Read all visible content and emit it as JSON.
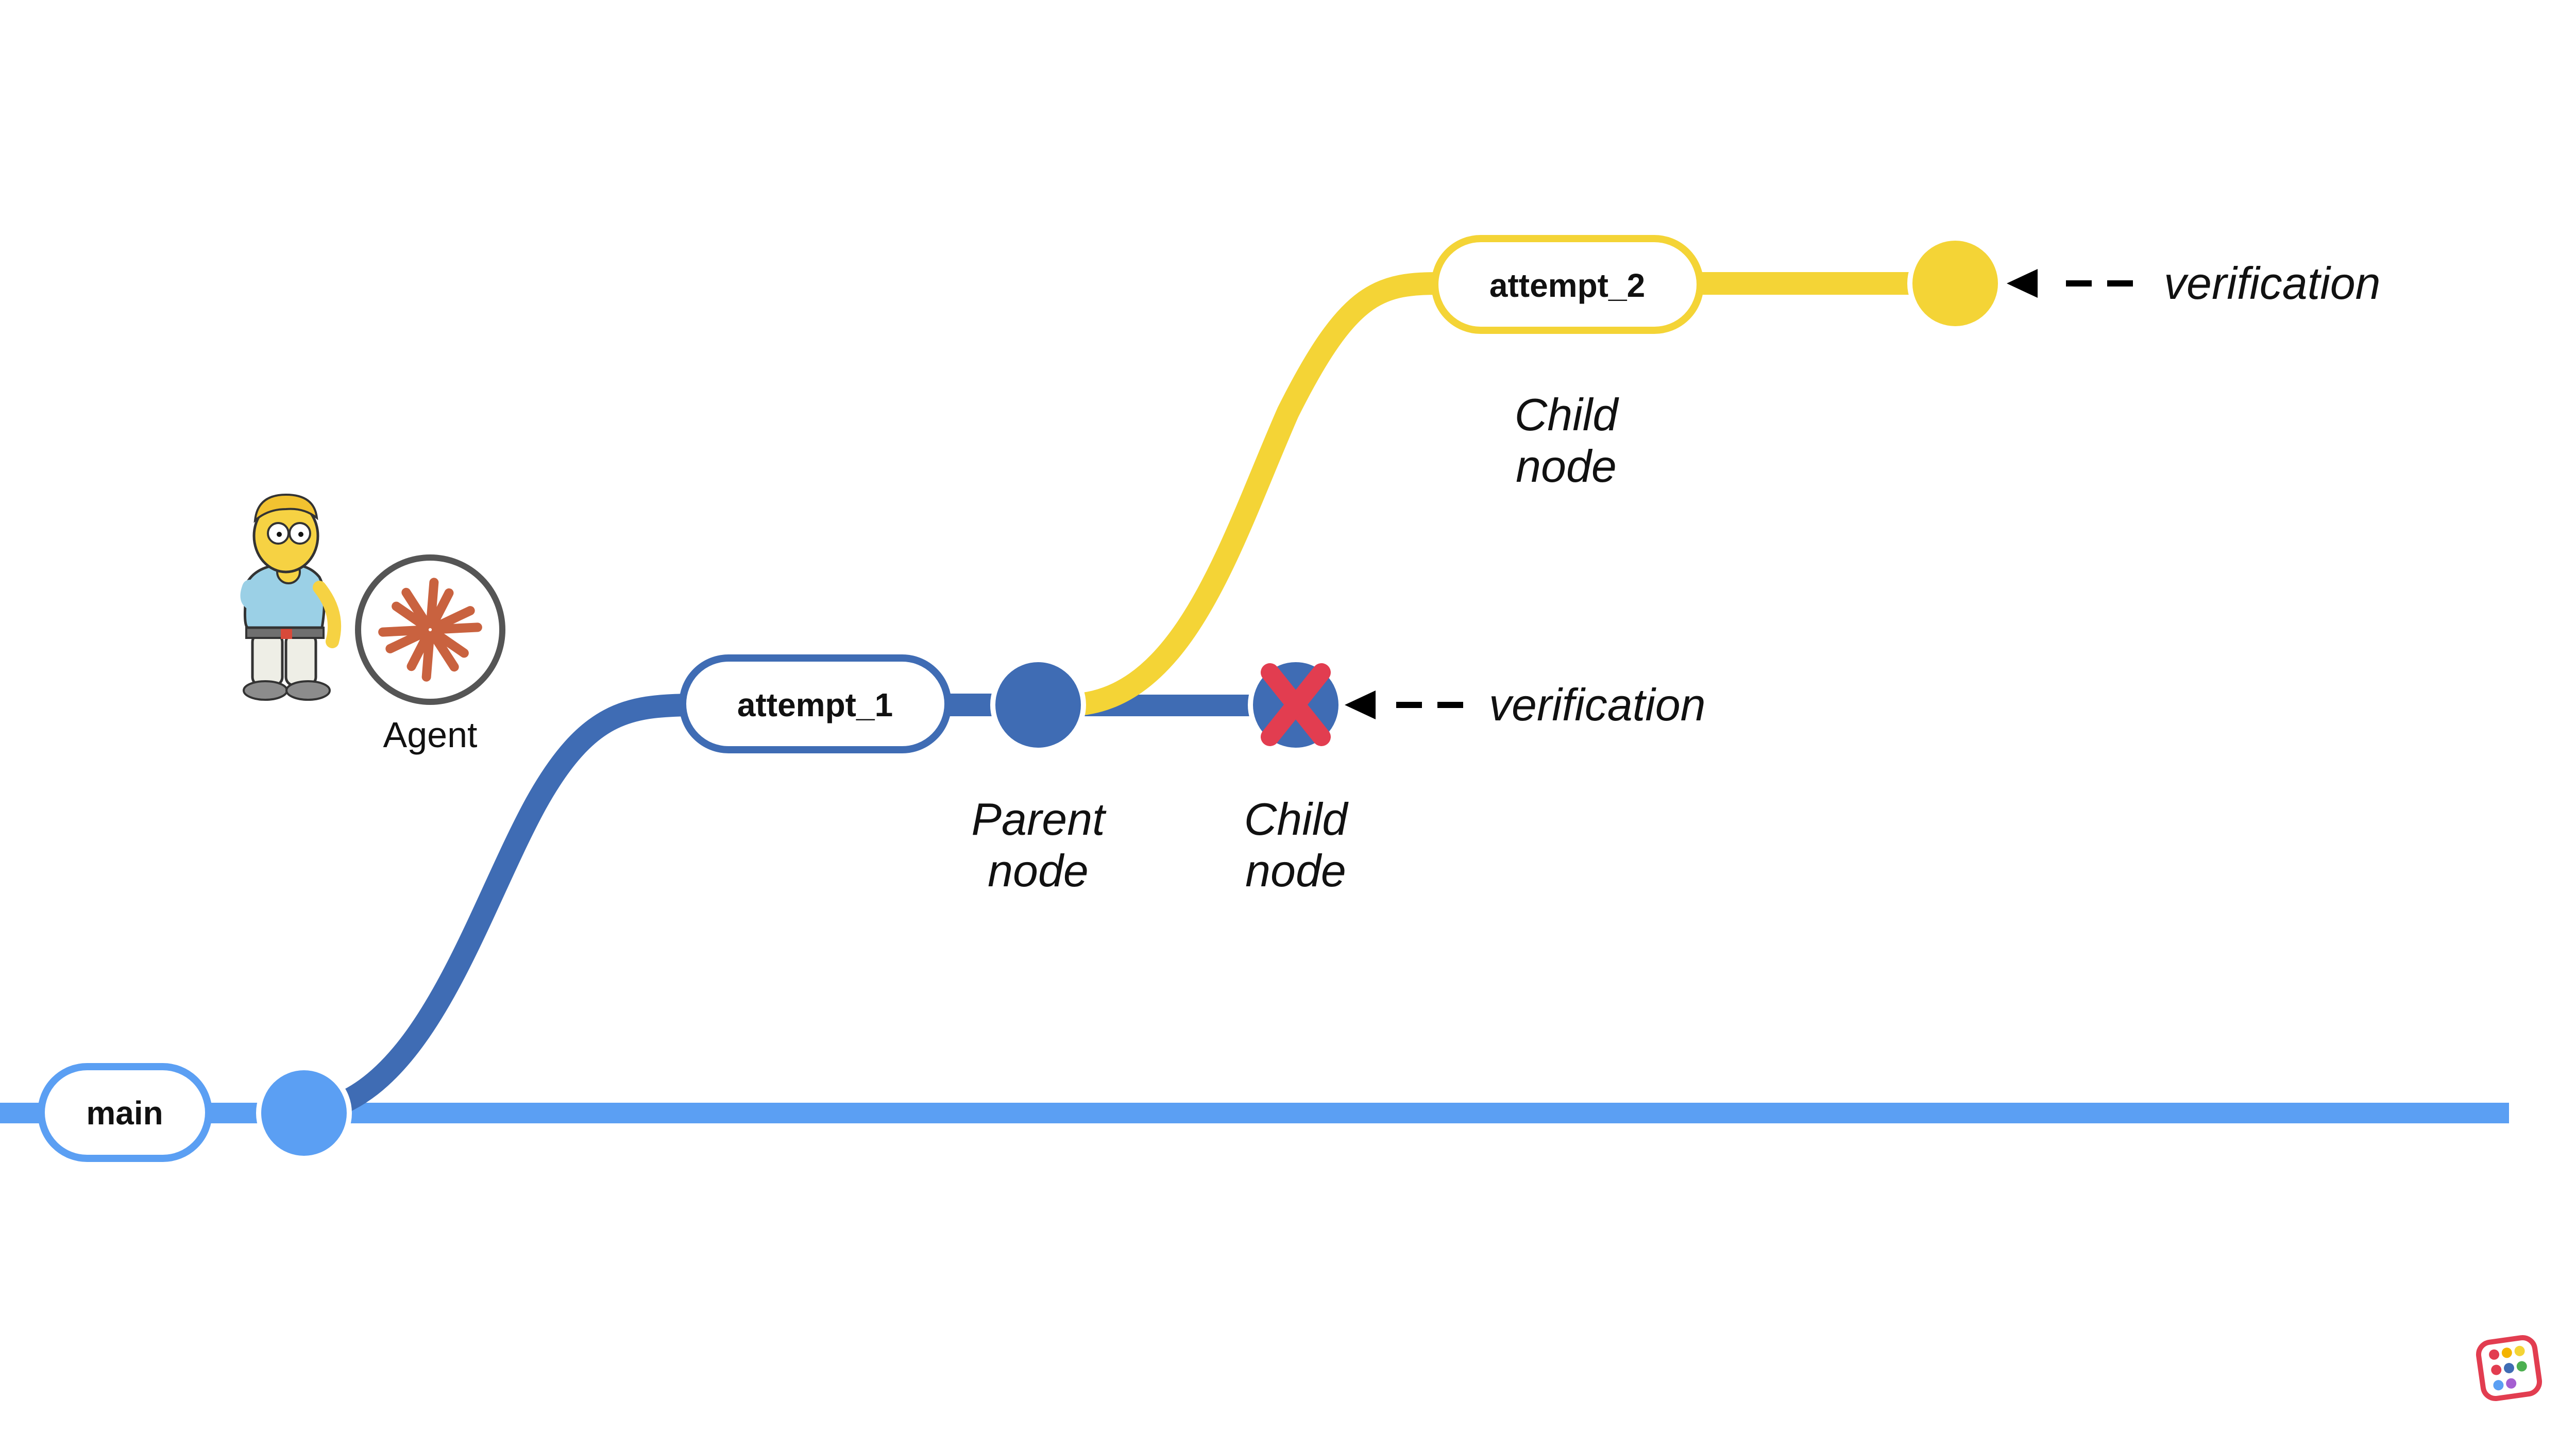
{
  "colors": {
    "main": "#5b9ff3",
    "attempt_1": "#3f6cb4",
    "attempt_2": "#f4d436",
    "fail_mark": "#e23d50",
    "agent_ring": "#555555",
    "agent_burst": "#c9623f"
  },
  "branches": {
    "main": "main",
    "attempt_1": "attempt_1",
    "attempt_2": "attempt_2"
  },
  "labels": {
    "parent_node": [
      "Parent",
      "node"
    ],
    "child_node_failed": [
      "Child",
      "node"
    ],
    "child_node_success": [
      "Child",
      "node"
    ],
    "verification_1": "verification",
    "verification_2": "verification",
    "agent": "Agent"
  },
  "icons": {
    "agent": "agent-sunburst-icon",
    "character": "cartoon-character-icon",
    "logo": "app-logo-icon",
    "fail": "x-mark-icon"
  }
}
